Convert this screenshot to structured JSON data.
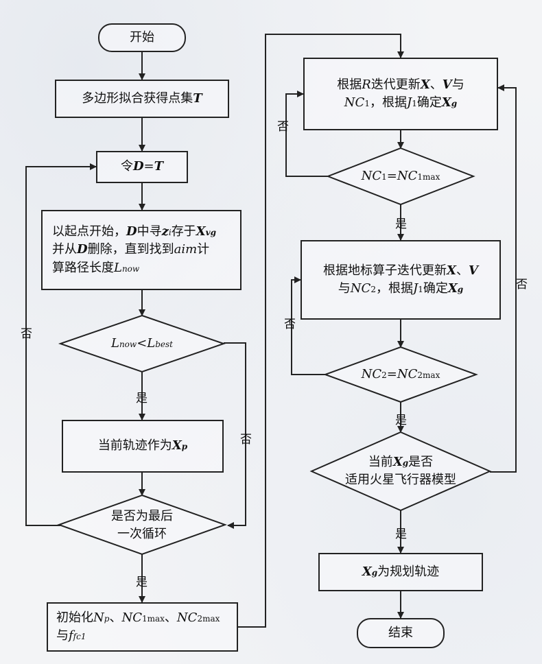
{
  "start": "开始",
  "end": "结束",
  "polygon_fit": {
    "text": "多边形拟合获得点集",
    "var": "T"
  },
  "let_d": {
    "prefix": "令",
    "d": "D",
    "eq": "=",
    "t": "T"
  },
  "search": {
    "l1a": "以起点开始，",
    "l1b": "D",
    "l1c": "中寻",
    "l1d": "z",
    "l1e": "i",
    "l1f": "存于",
    "l1g": "X",
    "l1h": "vg",
    "l2a": "并从",
    "l2b": "D",
    "l2c": "删除，直到找到",
    "l2d": "aim",
    "l2e": "计",
    "l3a": "算路径长度",
    "l3b": "L",
    "l3c": "now"
  },
  "cmp_length": {
    "a": "L",
    "a_sub": "now",
    "op": "<",
    "b": "L",
    "b_sub": "best"
  },
  "set_xp": {
    "text": "当前轨迹作为",
    "var": "X",
    "sub": "p"
  },
  "last_loop": {
    "line1": "是否为最后",
    "line2": "一次循环"
  },
  "init": {
    "a": "初始化",
    "np": "N",
    "np_sub": "p",
    "sep1": "、",
    "nc1": "NC",
    "nc1_sub": "1max",
    "sep2": "、",
    "nc2": "NC",
    "nc2_sub": "2max",
    "line2a": "与",
    "fit": "f",
    "fit_sub": "fc1"
  },
  "update_r": {
    "l1a": "根据",
    "l1b": "R",
    "l1c": "迭代更新",
    "l1d": "X",
    "l1e": "、",
    "l1f": "V",
    "l1g": "与",
    "l2a": "NC",
    "l2b": "1",
    "l2c": "，根据",
    "l2d": "J",
    "l2e": "1",
    "l2f": "确定",
    "l2g": "X",
    "l2h": "g"
  },
  "cond_nc1": {
    "a": "NC",
    "a_sub": "1",
    "eq": "=",
    "b": "NC",
    "b_sub": "1max"
  },
  "update_landmark": {
    "l1a": "根据地标算子迭代更新",
    "l1b": "X",
    "l1c": "、",
    "l1d": "V",
    "l2a": "与",
    "l2b": "NC",
    "l2c": "2",
    "l2d": "，根据",
    "l2e": "J",
    "l2f": "1",
    "l2g": "确定",
    "l2h": "X",
    "l2i": "g"
  },
  "cond_nc2": {
    "a": "NC",
    "a_sub": "2",
    "eq": "=",
    "b": "NC",
    "b_sub": "2max"
  },
  "mars_check": {
    "l1a": "当前",
    "l1b": "X",
    "l1c": "g",
    "l1d": "是否",
    "line2": "适用火星飞行器模型"
  },
  "result": {
    "var": "X",
    "sub": "g",
    "text": "为规划轨迹"
  },
  "labels": {
    "yes": "是",
    "no": "否"
  }
}
